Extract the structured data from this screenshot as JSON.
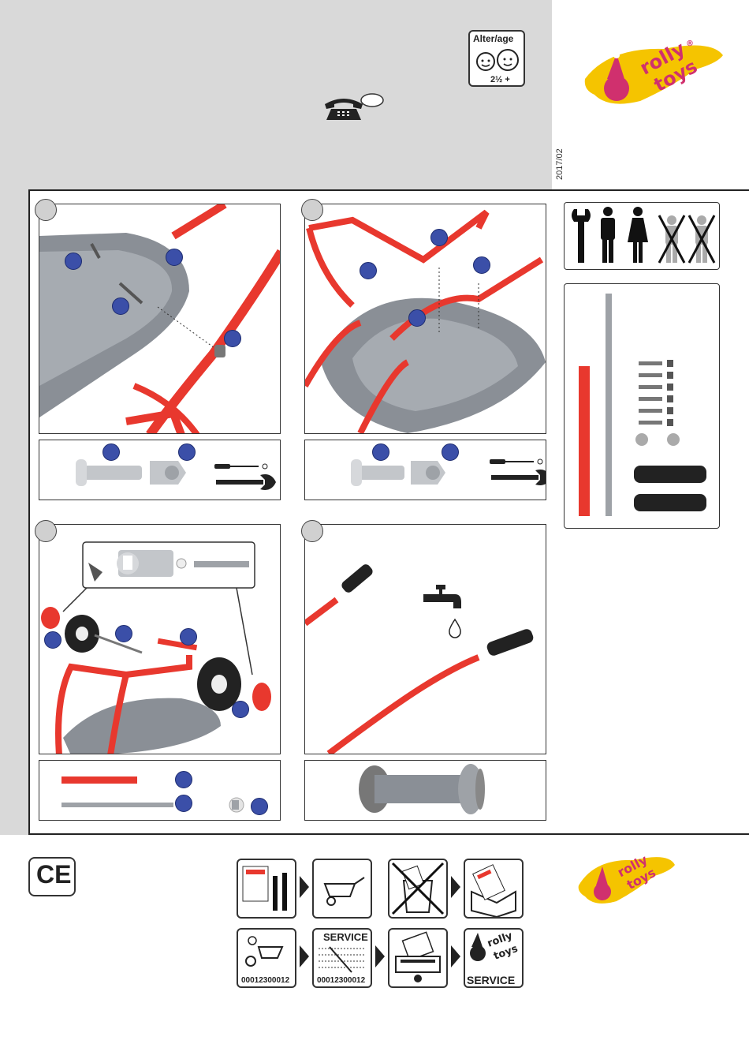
{
  "header": {
    "age_label": "Alter/age",
    "age_value": "2½ +",
    "date": "2017/02"
  },
  "brand": {
    "name_line1": "rolly",
    "name_line2": "toys",
    "registered": "®"
  },
  "footer": {
    "ce_mark": "CE",
    "service_title": "SERVICE",
    "service_brand_title": "SERVICE",
    "part_code_1": "00012300012",
    "part_code_2": "00012300012"
  },
  "colors": {
    "accent_red": "#e8382e",
    "brand_yellow": "#f5c400",
    "brand_pink": "#d0306e",
    "marker_blue": "#3b4fa8",
    "gray_panel": "#d9d9d9"
  },
  "icons": [
    "phone-icon",
    "wrench-icon",
    "man-icon",
    "woman-icon",
    "child-crossed-icon",
    "faucet-icon",
    "water-drop-icon",
    "screwdriver-icon",
    "spanner-icon",
    "hammer-icon",
    "wheelbarrow-icon"
  ]
}
